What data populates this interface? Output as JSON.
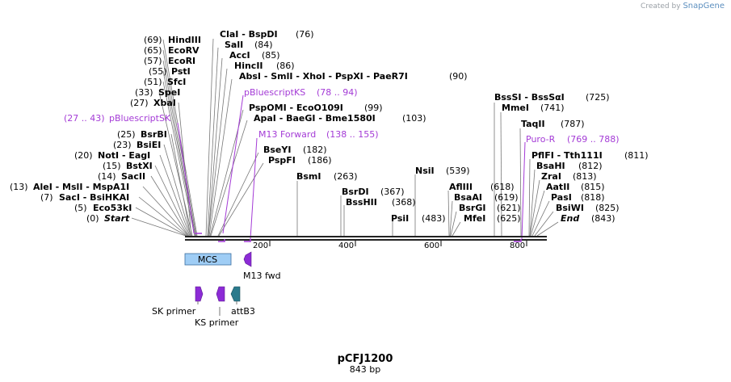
{
  "brand": {
    "prefix": "Created by",
    "name": "SnapGene"
  },
  "map": {
    "name": "pCFJ1200",
    "length_label": "843 bp",
    "total_bp": 843,
    "ruler_ticks": [
      "200",
      "400",
      "600",
      "800"
    ],
    "features": [
      {
        "label": "MCS"
      },
      {
        "label": "M13 fwd"
      },
      {
        "label": "SK primer"
      },
      {
        "label": "KS primer"
      },
      {
        "label": "attB3"
      }
    ],
    "sites_left": [
      {
        "pos": "(69)",
        "name": "HindIII"
      },
      {
        "pos": "(65)",
        "name": "EcoRV"
      },
      {
        "pos": "(57)",
        "name": "EcoRI"
      },
      {
        "pos": "(55)",
        "name": "PstI"
      },
      {
        "pos": "(51)",
        "name": "SfcI"
      },
      {
        "pos": "(33)",
        "name": "SpeI"
      },
      {
        "pos": "(27)",
        "name": "XbaI"
      },
      {
        "pos": "(27 .. 43)",
        "name": "pBluescriptSK",
        "primer": true
      },
      {
        "pos": "(25)",
        "name": "BsrBI"
      },
      {
        "pos": "(23)",
        "name": "BsiEI"
      },
      {
        "pos": "(20)",
        "name": "NotI  -  EagI"
      },
      {
        "pos": "(15)",
        "name": "BstXI"
      },
      {
        "pos": "(14)",
        "name": "SacII"
      },
      {
        "pos": "(13)",
        "name": "AleI  -  MslI  -  MspA1I"
      },
      {
        "pos": "(7)",
        "name": "SacI  -  BsiHKAI"
      },
      {
        "pos": "(5)",
        "name": "Eco53kI"
      },
      {
        "pos": "(0)",
        "name": "Start",
        "italic": true
      }
    ],
    "sites_mid": [
      {
        "name": "ClaI  -  BspDI",
        "pos": "(76)"
      },
      {
        "name": "SalI",
        "pos": "(84)"
      },
      {
        "name": "AccI",
        "pos": "(85)"
      },
      {
        "name": "HincII",
        "pos": "(86)"
      },
      {
        "name": "AbsI  -  SmlI  -  XhoI  -  PspXI  -  PaeR7I",
        "pos": "(90)"
      },
      {
        "name": "pBluescriptKS",
        "pos": "(78 .. 94)",
        "primer": true
      },
      {
        "name": "PspOMI  -  EcoO109I",
        "pos": "(99)"
      },
      {
        "name": "ApaI  -  BaeGI  -  Bme1580I",
        "pos": "(103)"
      },
      {
        "name": "M13 Forward",
        "pos": "(138 .. 155)",
        "primer": true
      },
      {
        "name": "BseYI",
        "pos": "(182)"
      },
      {
        "name": "PspFI",
        "pos": "(186)"
      },
      {
        "name": "BsmI",
        "pos": "(263)"
      },
      {
        "name": "BsrDI",
        "pos": "(367)"
      },
      {
        "name": "BssHII",
        "pos": "(368)"
      },
      {
        "name": "PsiI",
        "pos": "(483)"
      },
      {
        "name": "NsiI",
        "pos": "(539)"
      }
    ],
    "sites_right": [
      {
        "name": "BssSI  -  BssSαI",
        "pos": "(725)"
      },
      {
        "name": "MmeI",
        "pos": "(741)"
      },
      {
        "name": "TaqII",
        "pos": "(787)"
      },
      {
        "name": "Puro-R",
        "pos": "(769 .. 788)",
        "primer": true
      },
      {
        "name": "PflFI  -  Tth111I",
        "pos": "(811)"
      },
      {
        "name": "BsaHI",
        "pos": "(812)"
      },
      {
        "name": "ZraI",
        "pos": "(813)"
      },
      {
        "name": "AatII",
        "pos": "(815)"
      },
      {
        "name": "PasI",
        "pos": "(818)"
      },
      {
        "name": "BsiWI",
        "pos": "(825)"
      },
      {
        "name": "End",
        "pos": "(843)",
        "italic": true
      },
      {
        "name": "AflIII",
        "pos": "(618)"
      },
      {
        "name": "BsaAI",
        "pos": "(619)"
      },
      {
        "name": "BsrGI",
        "pos": "(621)"
      },
      {
        "name": "MfeI",
        "pos": "(625)"
      }
    ]
  }
}
